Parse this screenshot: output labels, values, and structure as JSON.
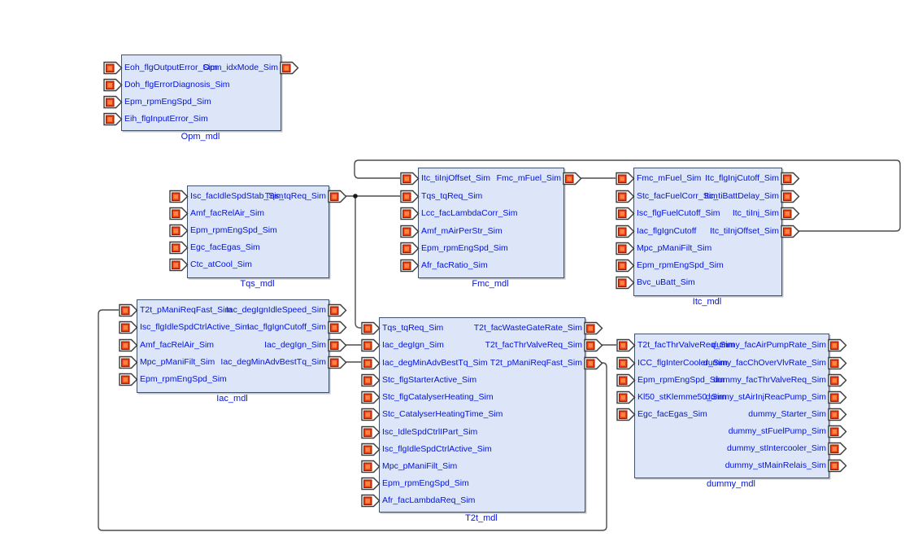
{
  "diagram": {
    "blocks": [
      {
        "label": "Opm_mdl",
        "inputs": [
          "Eoh_flgOutputError_Sim",
          "Doh_flgErrorDiagnosis_Sim",
          "Epm_rpmEngSpd_Sim",
          "Eih_flgInputError_Sim"
        ],
        "outputs": [
          "Opm_idxMode_Sim"
        ]
      },
      {
        "label": "Tqs_mdl",
        "inputs": [
          "Isc_facIdleSpdStab_Sim",
          "Amf_facRelAir_Sim",
          "Epm_rpmEngSpd_Sim",
          "Egc_facEgas_Sim",
          "Ctc_atCool_Sim"
        ],
        "outputs": [
          "Tqs_tqReq_Sim"
        ]
      },
      {
        "label": "Fmc_mdl",
        "inputs": [
          "Itc_tiInjOffset_Sim",
          "Tqs_tqReq_Sim",
          "Lcc_facLambdaCorr_Sim",
          "Amf_mAirPerStr_Sim",
          "Epm_rpmEngSpd_Sim",
          "Afr_facRatio_Sim"
        ],
        "outputs": [
          "Fmc_mFuel_Sim"
        ]
      },
      {
        "label": "Itc_mdl",
        "inputs": [
          "Fmc_mFuel_Sim",
          "Stc_facFuelCorr_Sim",
          "Isc_flgFuelCutoff_Sim",
          "Iac_flgIgnCutoff",
          "Mpc_pManiFilt_Sim",
          "Epm_rpmEngSpd_Sim",
          "Bvc_uBatt_Sim"
        ],
        "outputs": [
          "Itc_flgInjCutoff_Sim",
          "Itc_tiBattDelay_Sim",
          "Itc_tiInj_Sim",
          "Itc_tiInjOffset_Sim"
        ]
      },
      {
        "label": "Iac_mdl",
        "inputs": [
          "T2t_pManiReqFast_Sim",
          "Isc_flgIdleSpdCtrlActive_Sim",
          "Amf_facRelAir_Sim",
          "Mpc_pManiFilt_Sim",
          "Epm_rpmEngSpd_Sim"
        ],
        "outputs": [
          "Iac_degIgnIdleSpeed_Sim",
          "Iac_flgIgnCutoff_Sim",
          "Iac_degIgn_Sim",
          "Iac_degMinAdvBestTq_Sim"
        ]
      },
      {
        "label": "T2t_mdl",
        "inputs": [
          "Tqs_tqReq_Sim",
          "Iac_degIgn_Sim",
          "Iac_degMinAdvBestTq_Sim",
          "Stc_flgStarterActive_Sim",
          "Stc_flgCatalyserHeating_Sim",
          "Stc_CatalyserHeatingTime_Sim",
          "Isc_IdleSpdCtrlIPart_Sim",
          "Isc_flgIdleSpdCtrlActive_Sim",
          "Mpc_pManiFilt_Sim",
          "Epm_rpmEngSpd_Sim",
          "Afr_facLambdaReq_Sim"
        ],
        "outputs": [
          "T2t_facWasteGateRate_Sim",
          "T2t_facThrValveReq_Sim",
          "T2t_pManiReqFast_Sim"
        ]
      },
      {
        "label": "dummy_mdl",
        "inputs": [
          "T2t_facThrValveReq_Sim",
          "ICC_flgInterCooler_Sim",
          "Epm_rpmEngSpd_Sim",
          "Kl50_stKlemme50_Sim",
          "Egc_facEgas_Sim"
        ],
        "outputs": [
          "dummy_facAirPumpRate_Sim",
          "dummy_facChOverVlvRate_Sim",
          "dummy_facThrValveReq_Sim",
          "dummy_stAirInjReacPump_Sim",
          "dummy_Starter_Sim",
          "dummy_stFuelPump_Sim",
          "dummy_stIntercooler_Sim",
          "dummy_stMainRelais_Sim"
        ]
      }
    ],
    "connections": [
      {
        "from": "Tqs_mdl.Tqs_tqReq_Sim",
        "to": "Fmc_mdl.Tqs_tqReq_Sim"
      },
      {
        "from": "Tqs_mdl.Tqs_tqReq_Sim",
        "to": "T2t_mdl.Tqs_tqReq_Sim"
      },
      {
        "from": "Fmc_mdl.Fmc_mFuel_Sim",
        "to": "Itc_mdl.Fmc_mFuel_Sim"
      },
      {
        "from": "Itc_mdl.Itc_tiInjOffset_Sim",
        "to": "Fmc_mdl.Itc_tiInjOffset_Sim"
      },
      {
        "from": "Iac_mdl.Iac_degIgn_Sim",
        "to": "T2t_mdl.Iac_degIgn_Sim"
      },
      {
        "from": "Iac_mdl.Iac_degMinAdvBestTq_Sim",
        "to": "T2t_mdl.Iac_degMinAdvBestTq_Sim"
      },
      {
        "from": "T2t_mdl.T2t_facThrValveReq_Sim",
        "to": "dummy_mdl.T2t_facThrValveReq_Sim"
      },
      {
        "from": "T2t_mdl.T2t_pManiReqFast_Sim",
        "to": "Iac_mdl.T2t_pManiReqFast_Sim"
      }
    ],
    "colors": {
      "block_fill": "#dce6f8",
      "block_border": "#41536b",
      "signal_text": "#0313dc",
      "wire": "#4d4d4d",
      "port_square": "#ee3d11",
      "port_square_border": "#8e1a00"
    }
  }
}
